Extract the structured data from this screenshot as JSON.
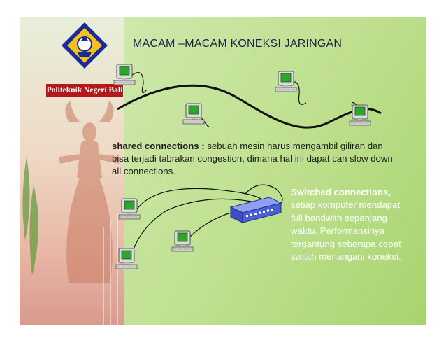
{
  "title": "MACAM –MACAM KONEKSI JARINGAN",
  "brand": {
    "name": "Politeknik Negeri Bali",
    "icon": "campus-emblem-icon"
  },
  "shared": {
    "term": "shared connections :",
    "description": "sebuah mesin harus mengambil giliran dan bisa terjadi tabrakan congestion, dimana hal ini dapat can slow down all connections."
  },
  "switched": {
    "term": "Switched connections,",
    "description": "setiap komputer mendapat full bandwith sepanjang waktu. Performansinya tergantung seberapa cepat switch menangani  koneksi."
  },
  "colors": {
    "title": "#1f1f4a",
    "accent_red": "#b3191a",
    "monitor_screen": "#2fa52f",
    "switch_body": "#4a5fd6"
  },
  "icons": [
    "computer-icon",
    "network-switch-icon",
    "campus-emblem-icon"
  ]
}
